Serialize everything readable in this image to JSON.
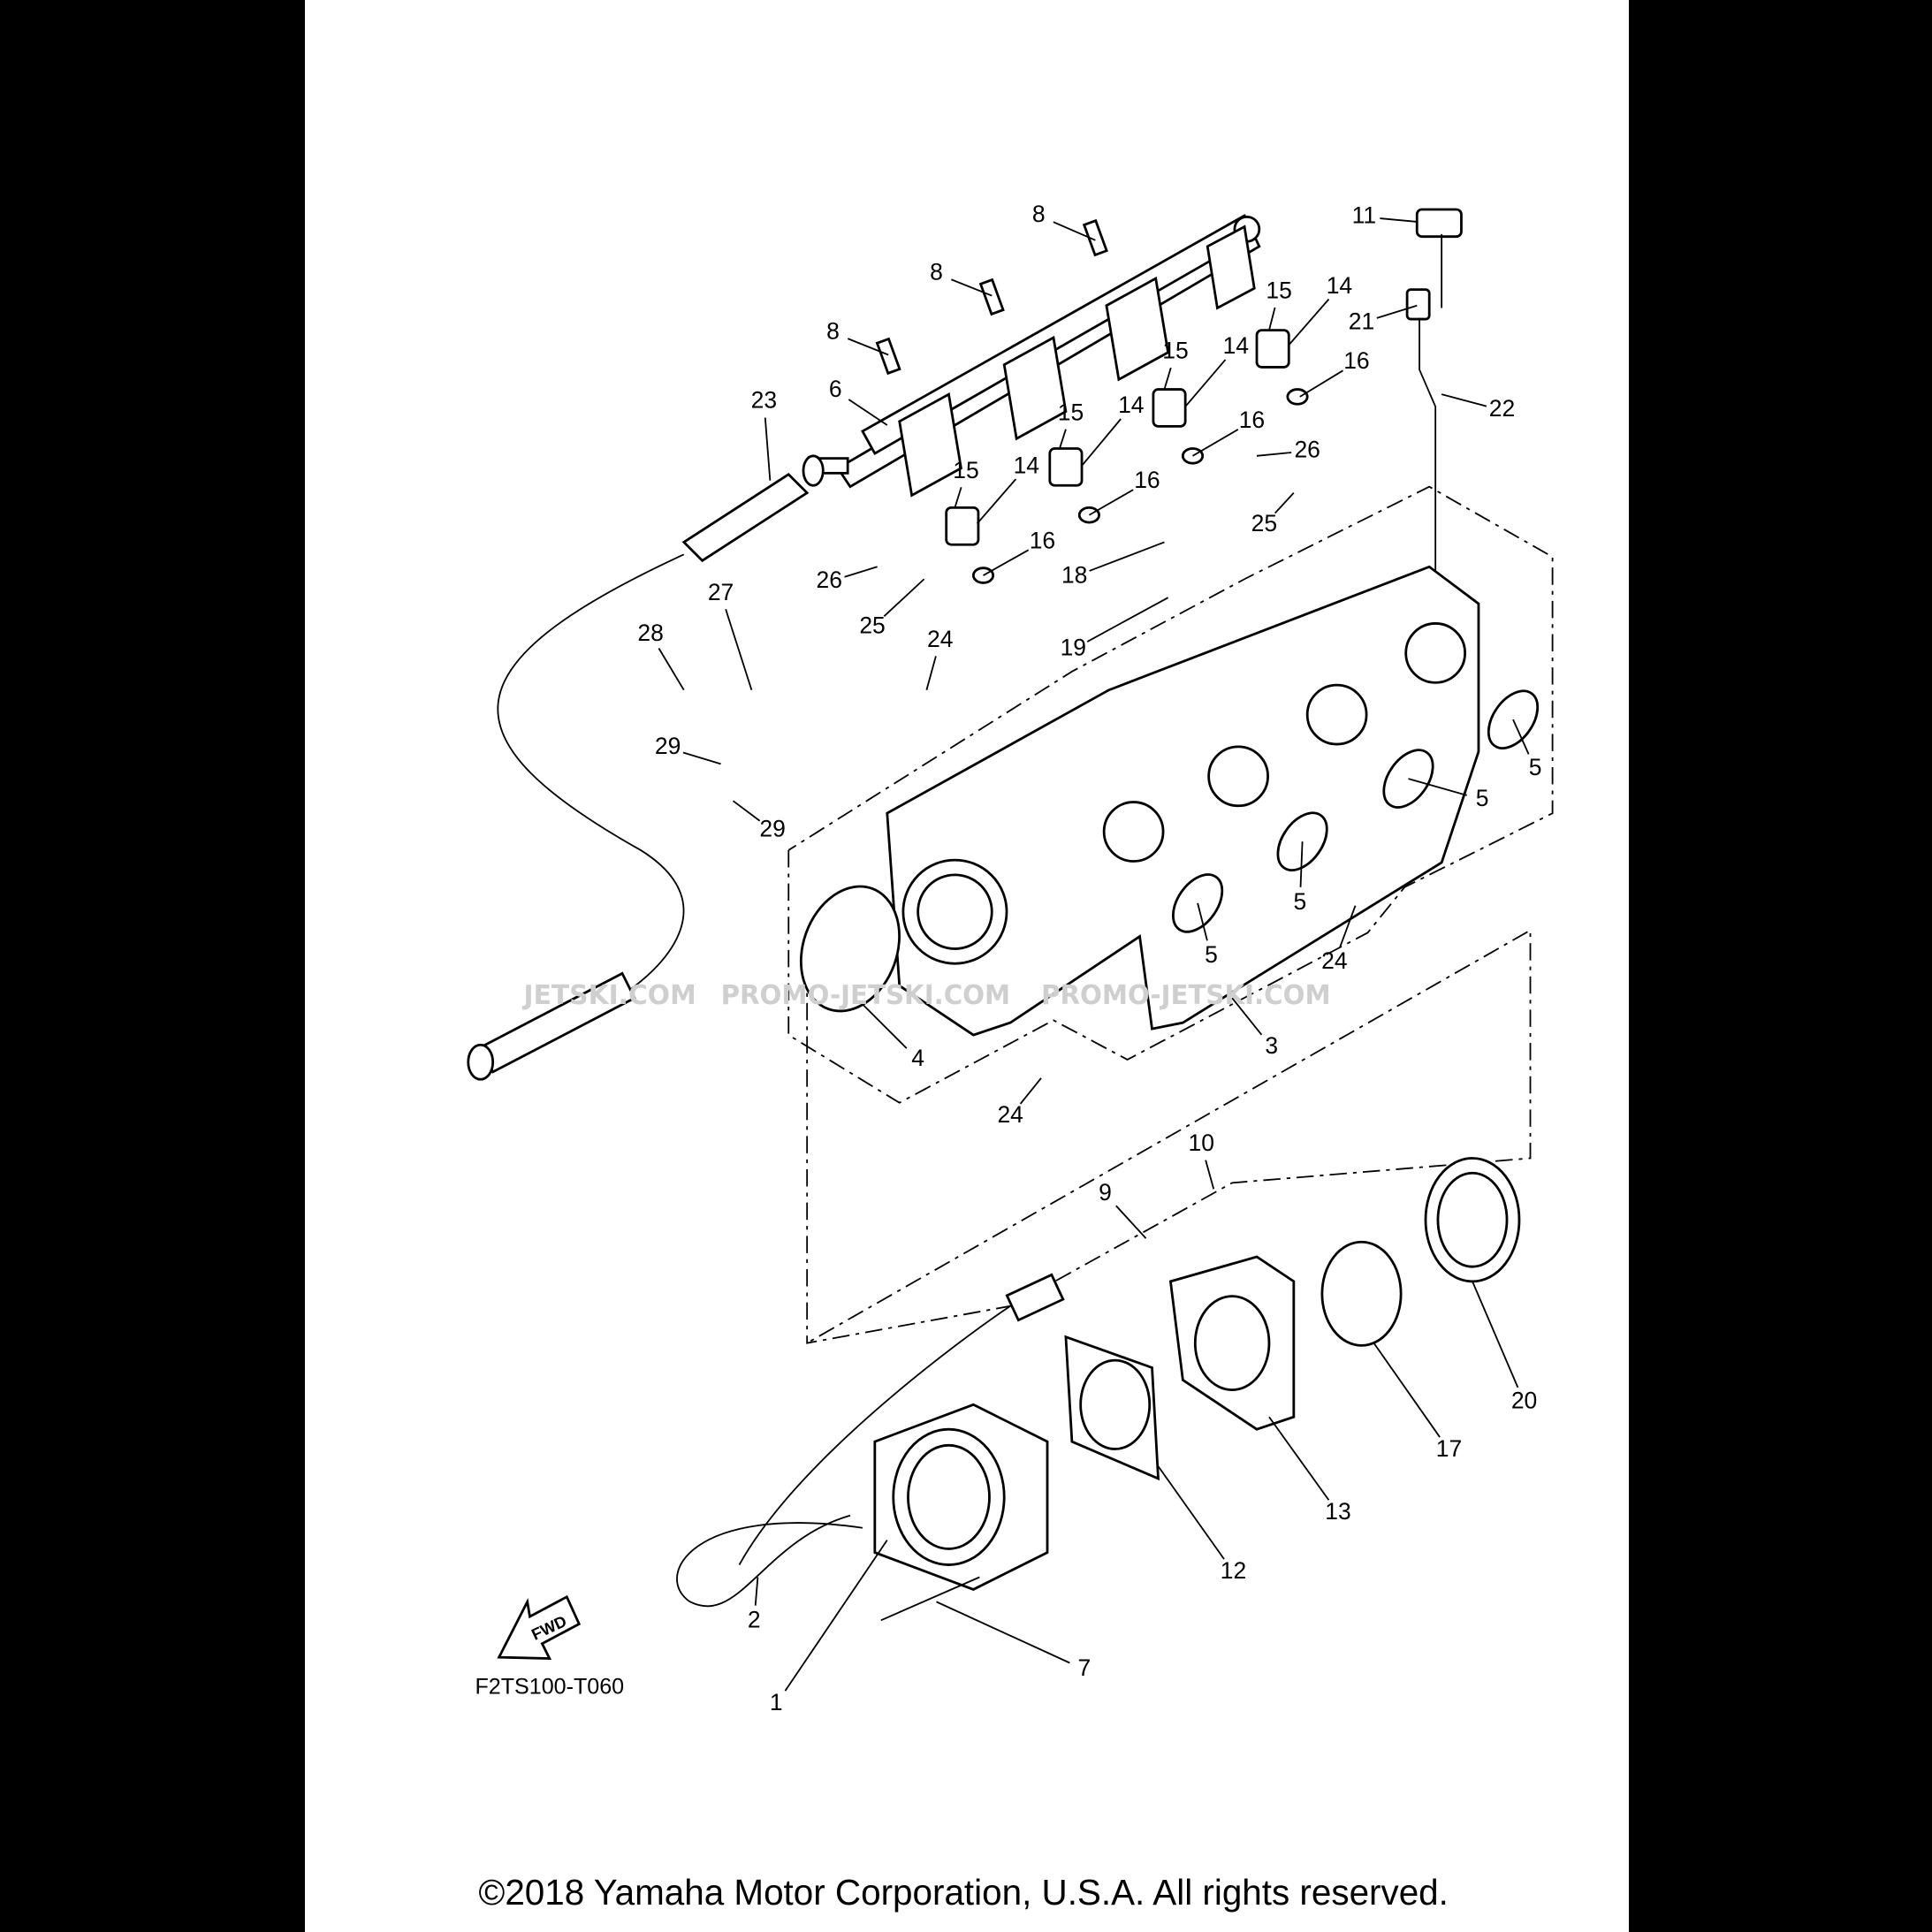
{
  "diagram": {
    "code": "F2TS100-T060",
    "copyright": "©2018 Yamaha Motor Corporation, U.S.A. All rights reserved.",
    "fwd_label": "FWD",
    "watermarks": [
      "JETSKI.COM",
      "PROMO-JETSKI.COM",
      "PROMO-JETSKI.COM"
    ],
    "callouts": [
      "8",
      "8",
      "8",
      "11",
      "15",
      "14",
      "21",
      "15",
      "14",
      "16",
      "22",
      "23",
      "6",
      "15",
      "14",
      "16",
      "26",
      "15",
      "14",
      "16",
      "25",
      "16",
      "26",
      "18",
      "27",
      "25",
      "24",
      "28",
      "19",
      "5",
      "29",
      "5",
      "29",
      "5",
      "24",
      "5",
      "3",
      "4",
      "24",
      "10",
      "9",
      "20",
      "17",
      "13",
      "12",
      "2",
      "7",
      "1"
    ]
  }
}
